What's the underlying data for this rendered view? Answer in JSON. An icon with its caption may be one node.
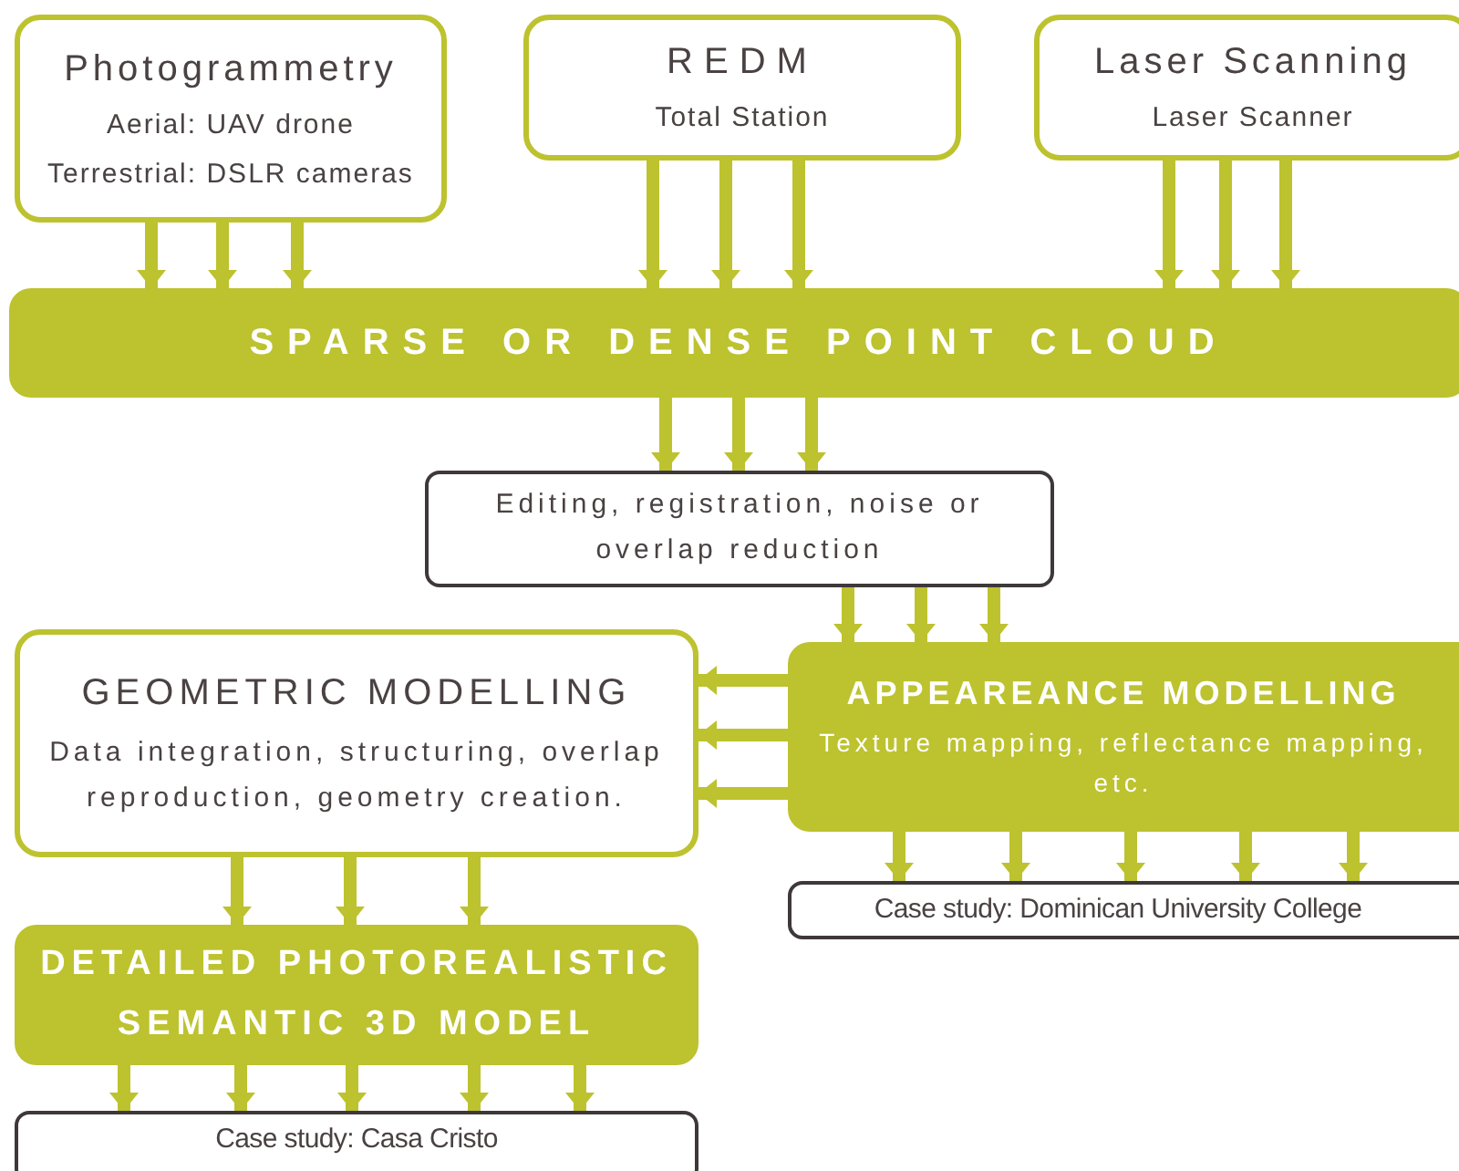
{
  "diagram": {
    "nodes": [
      {
        "text": [
          "Photogrammetry",
          "Aerial: UAV drone",
          "Terrestrial: DSLR cameras"
        ]
      },
      {
        "text": [
          "REDM",
          "Total Station"
        ]
      },
      {
        "text": [
          "Laser Scanning",
          "Laser Scanner"
        ]
      },
      {
        "text": [
          "SPARSE OR DENSE POINT CLOUD"
        ]
      },
      {
        "text": [
          "Editing, registration, noise or overlap reduction"
        ]
      },
      {
        "text": [
          "GEOMETRIC MODELLING",
          "Data integration, structuring, overlap reproduction, geometry creation."
        ]
      },
      {
        "text": [
          "APPEAREANCE MODELLING",
          "Texture mapping, reflectance mapping, etc."
        ]
      },
      {
        "text": [
          "Case study:  Dominican University  College"
        ]
      },
      {
        "text": [
          "DETAILED PHOTOREALISTIC SEMANTIC 3D MODEL"
        ]
      },
      {
        "text": [
          "Case study:  Casa Cristo"
        ]
      }
    ],
    "edges": [
      {
        "from": 0,
        "to": 3,
        "arrow": "to"
      },
      {
        "from": 0,
        "to": 3,
        "arrow": "to"
      },
      {
        "from": 0,
        "to": 3,
        "arrow": "to"
      },
      {
        "from": 1,
        "to": 3,
        "arrow": "to"
      },
      {
        "from": 1,
        "to": 3,
        "arrow": "to"
      },
      {
        "from": 1,
        "to": 3,
        "arrow": "to"
      },
      {
        "from": 2,
        "to": 3,
        "arrow": "to"
      },
      {
        "from": 2,
        "to": 3,
        "arrow": "to"
      },
      {
        "from": 2,
        "to": 3,
        "arrow": "to"
      },
      {
        "from": 3,
        "to": 4,
        "arrow": "to"
      },
      {
        "from": 3,
        "to": 4,
        "arrow": "to"
      },
      {
        "from": 3,
        "to": 4,
        "arrow": "to"
      },
      {
        "from": 4,
        "to": 6,
        "arrow": "to"
      },
      {
        "from": 4,
        "to": 6,
        "arrow": "to"
      },
      {
        "from": 4,
        "to": 6,
        "arrow": "to"
      },
      {
        "from": 6,
        "to": 5,
        "arrow": "to"
      },
      {
        "from": 6,
        "to": 5,
        "arrow": "to"
      },
      {
        "from": 6,
        "to": 5,
        "arrow": "to"
      },
      {
        "from": 6,
        "to": 7,
        "arrow": "to"
      },
      {
        "from": 6,
        "to": 7,
        "arrow": "to"
      },
      {
        "from": 6,
        "to": 7,
        "arrow": "to"
      },
      {
        "from": 6,
        "to": 7,
        "arrow": "to"
      },
      {
        "from": 6,
        "to": 7,
        "arrow": "to"
      },
      {
        "from": 5,
        "to": 8,
        "arrow": "to"
      },
      {
        "from": 5,
        "to": 8,
        "arrow": "to"
      },
      {
        "from": 5,
        "to": 8,
        "arrow": "to"
      },
      {
        "from": 8,
        "to": 9,
        "arrow": "to"
      },
      {
        "from": 8,
        "to": 9,
        "arrow": "to"
      },
      {
        "from": 8,
        "to": 9,
        "arrow": "to"
      },
      {
        "from": 8,
        "to": 9,
        "arrow": "to"
      },
      {
        "from": 8,
        "to": 9,
        "arrow": "to"
      }
    ]
  }
}
